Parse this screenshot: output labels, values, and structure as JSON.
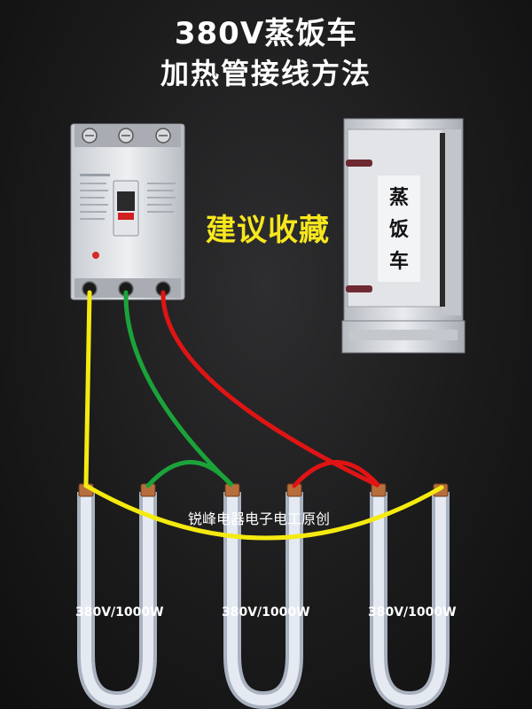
{
  "title": {
    "line1": "380V蒸饭车",
    "line2": "加热管接线方法"
  },
  "collect_label": "建议收藏",
  "steamer": {
    "label_chars": [
      "蒸",
      "饭",
      "车"
    ]
  },
  "watermark": "锐峰电器电子电工原创",
  "heaters": [
    {
      "rating": "380V/1000W"
    },
    {
      "rating": "380V/1000W"
    },
    {
      "rating": "380V/1000W"
    }
  ],
  "colors": {
    "wire_yellow": "#f5ea10",
    "wire_green": "#1ba33a",
    "wire_red": "#e01414",
    "label_yellow": "#f6e61e",
    "background": "#1b1b1c"
  }
}
